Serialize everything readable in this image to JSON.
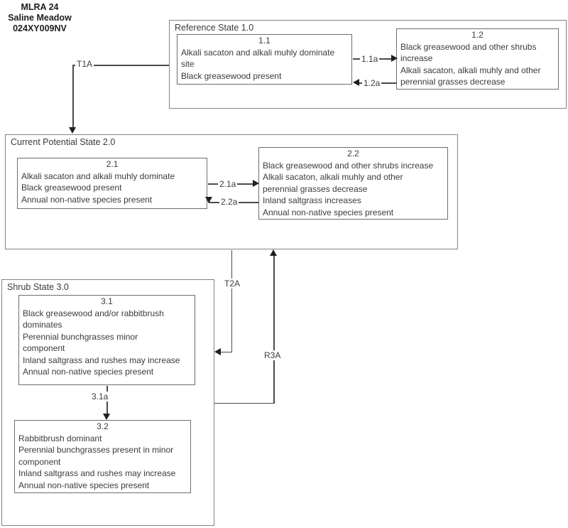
{
  "header": {
    "line1": "MLRA 24",
    "line2": "Saline Meadow",
    "line3": "024XY009NV"
  },
  "colors": {
    "bg": "#ffffff",
    "text": "#3b3b3b",
    "stateBorder": "#828282",
    "communityBorder": "#6d6d6d",
    "arrow": "#4a4a4a",
    "head": "#1f1f1f"
  },
  "states": [
    {
      "id": "1.0",
      "label": "Reference State 1.0",
      "communities": [
        {
          "id": "1.1",
          "title": "1.1",
          "lines": [
            "Alkali sacaton and alkali muhly dominate",
            "site",
            "Black greasewood present"
          ]
        },
        {
          "id": "1.2",
          "title": "1.2",
          "lines": [
            "Black greasewood and other shrubs",
            "increase",
            "Alkali sacaton, alkali muhly and other",
            "perennial grasses decrease"
          ]
        }
      ]
    },
    {
      "id": "2.0",
      "label": "Current Potential State 2.0",
      "communities": [
        {
          "id": "2.1",
          "title": "2.1",
          "lines": [
            "Alkali sacaton and alkali muhly dominate",
            "Black greasewood present",
            "Annual non-native species present"
          ]
        },
        {
          "id": "2.2",
          "title": "2.2",
          "lines": [
            "Black greasewood and other shrubs increase",
            "Alkali sacaton, alkali muhly and other",
            "perennial grasses decrease",
            "Inland saltgrass increases",
            "Annual non-native species present"
          ]
        }
      ]
    },
    {
      "id": "3.0",
      "label": "Shrub State 3.0",
      "communities": [
        {
          "id": "3.1",
          "title": "3.1",
          "lines": [
            "Black greasewood and/or rabbitbrush",
            "dominates",
            "Perennial bunchgrasses minor",
            "component",
            "Inland saltgrass and rushes may increase",
            "Annual non-native species present"
          ]
        },
        {
          "id": "3.2",
          "title": "3.2",
          "lines": [
            "Rabbitbrush dominant",
            "Perennial bunchgrasses present in minor",
            "component",
            "Inland saltgrass and rushes may increase",
            "Annual non-native species present"
          ]
        }
      ]
    }
  ],
  "transitions": [
    {
      "label": "T1A",
      "from": "1.0",
      "to": "2.0"
    },
    {
      "label": "1.1a",
      "from": "1.1",
      "to": "1.2"
    },
    {
      "label": "1.2a",
      "from": "1.2",
      "to": "1.1"
    },
    {
      "label": "2.1a",
      "from": "2.1",
      "to": "2.2"
    },
    {
      "label": "2.2a",
      "from": "2.2",
      "to": "2.1"
    },
    {
      "label": "T2A",
      "from": "2.0",
      "to": "3.0"
    },
    {
      "label": "R3A",
      "from": "3.0",
      "to": "2.0"
    },
    {
      "label": "3.1a",
      "from": "3.1",
      "to": "3.2"
    }
  ]
}
